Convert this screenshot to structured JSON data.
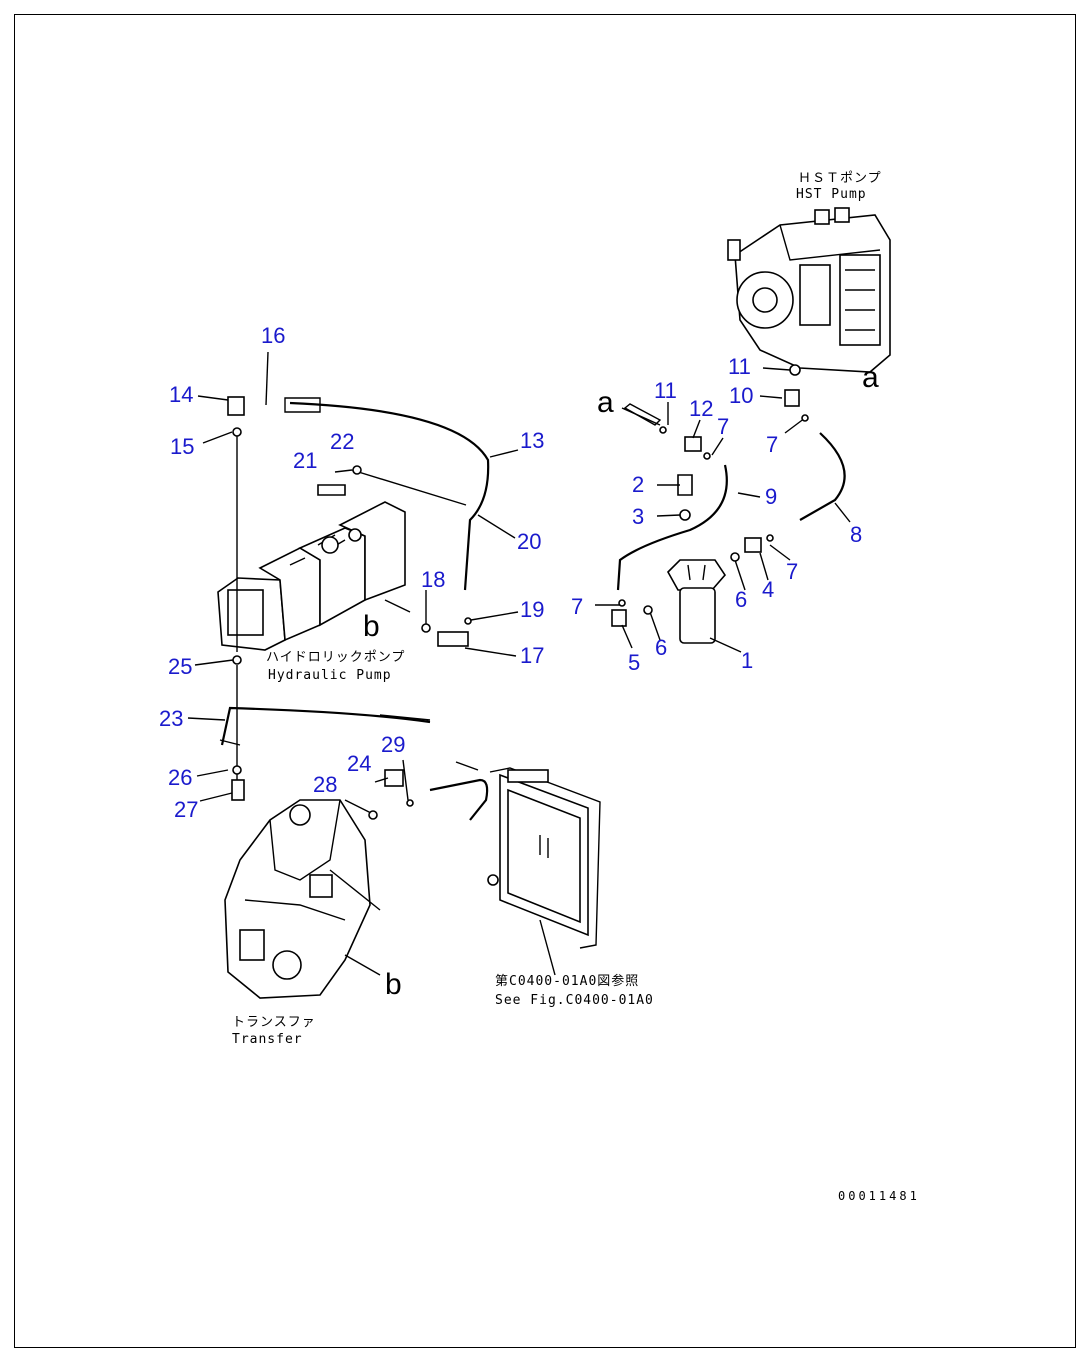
{
  "labels": {
    "hst_pump_jp": "ＨＳＴポンプ",
    "hst_pump_en": "HST Pump",
    "hydraulic_pump_jp": "ハイドロリックポンプ",
    "hydraulic_pump_en": "Hydraulic Pump",
    "transfer_jp": "トランスファ",
    "transfer_en": "Transfer",
    "see_fig_jp": "第C0400-01A0図参照",
    "see_fig_en": "See Fig.C0400-01A0",
    "doc_id": "00011481"
  },
  "letters": {
    "a_top": "a",
    "a_left": "a",
    "b_mid": "b",
    "b_bottom": "b"
  },
  "callouts": [
    "1",
    "2",
    "3",
    "4",
    "5",
    "6",
    "6",
    "7",
    "7",
    "7",
    "7",
    "8",
    "9",
    "10",
    "11",
    "11",
    "12",
    "13",
    "14",
    "15",
    "16",
    "17",
    "18",
    "19",
    "20",
    "21",
    "22",
    "23",
    "24",
    "25",
    "26",
    "27",
    "28",
    "29"
  ]
}
